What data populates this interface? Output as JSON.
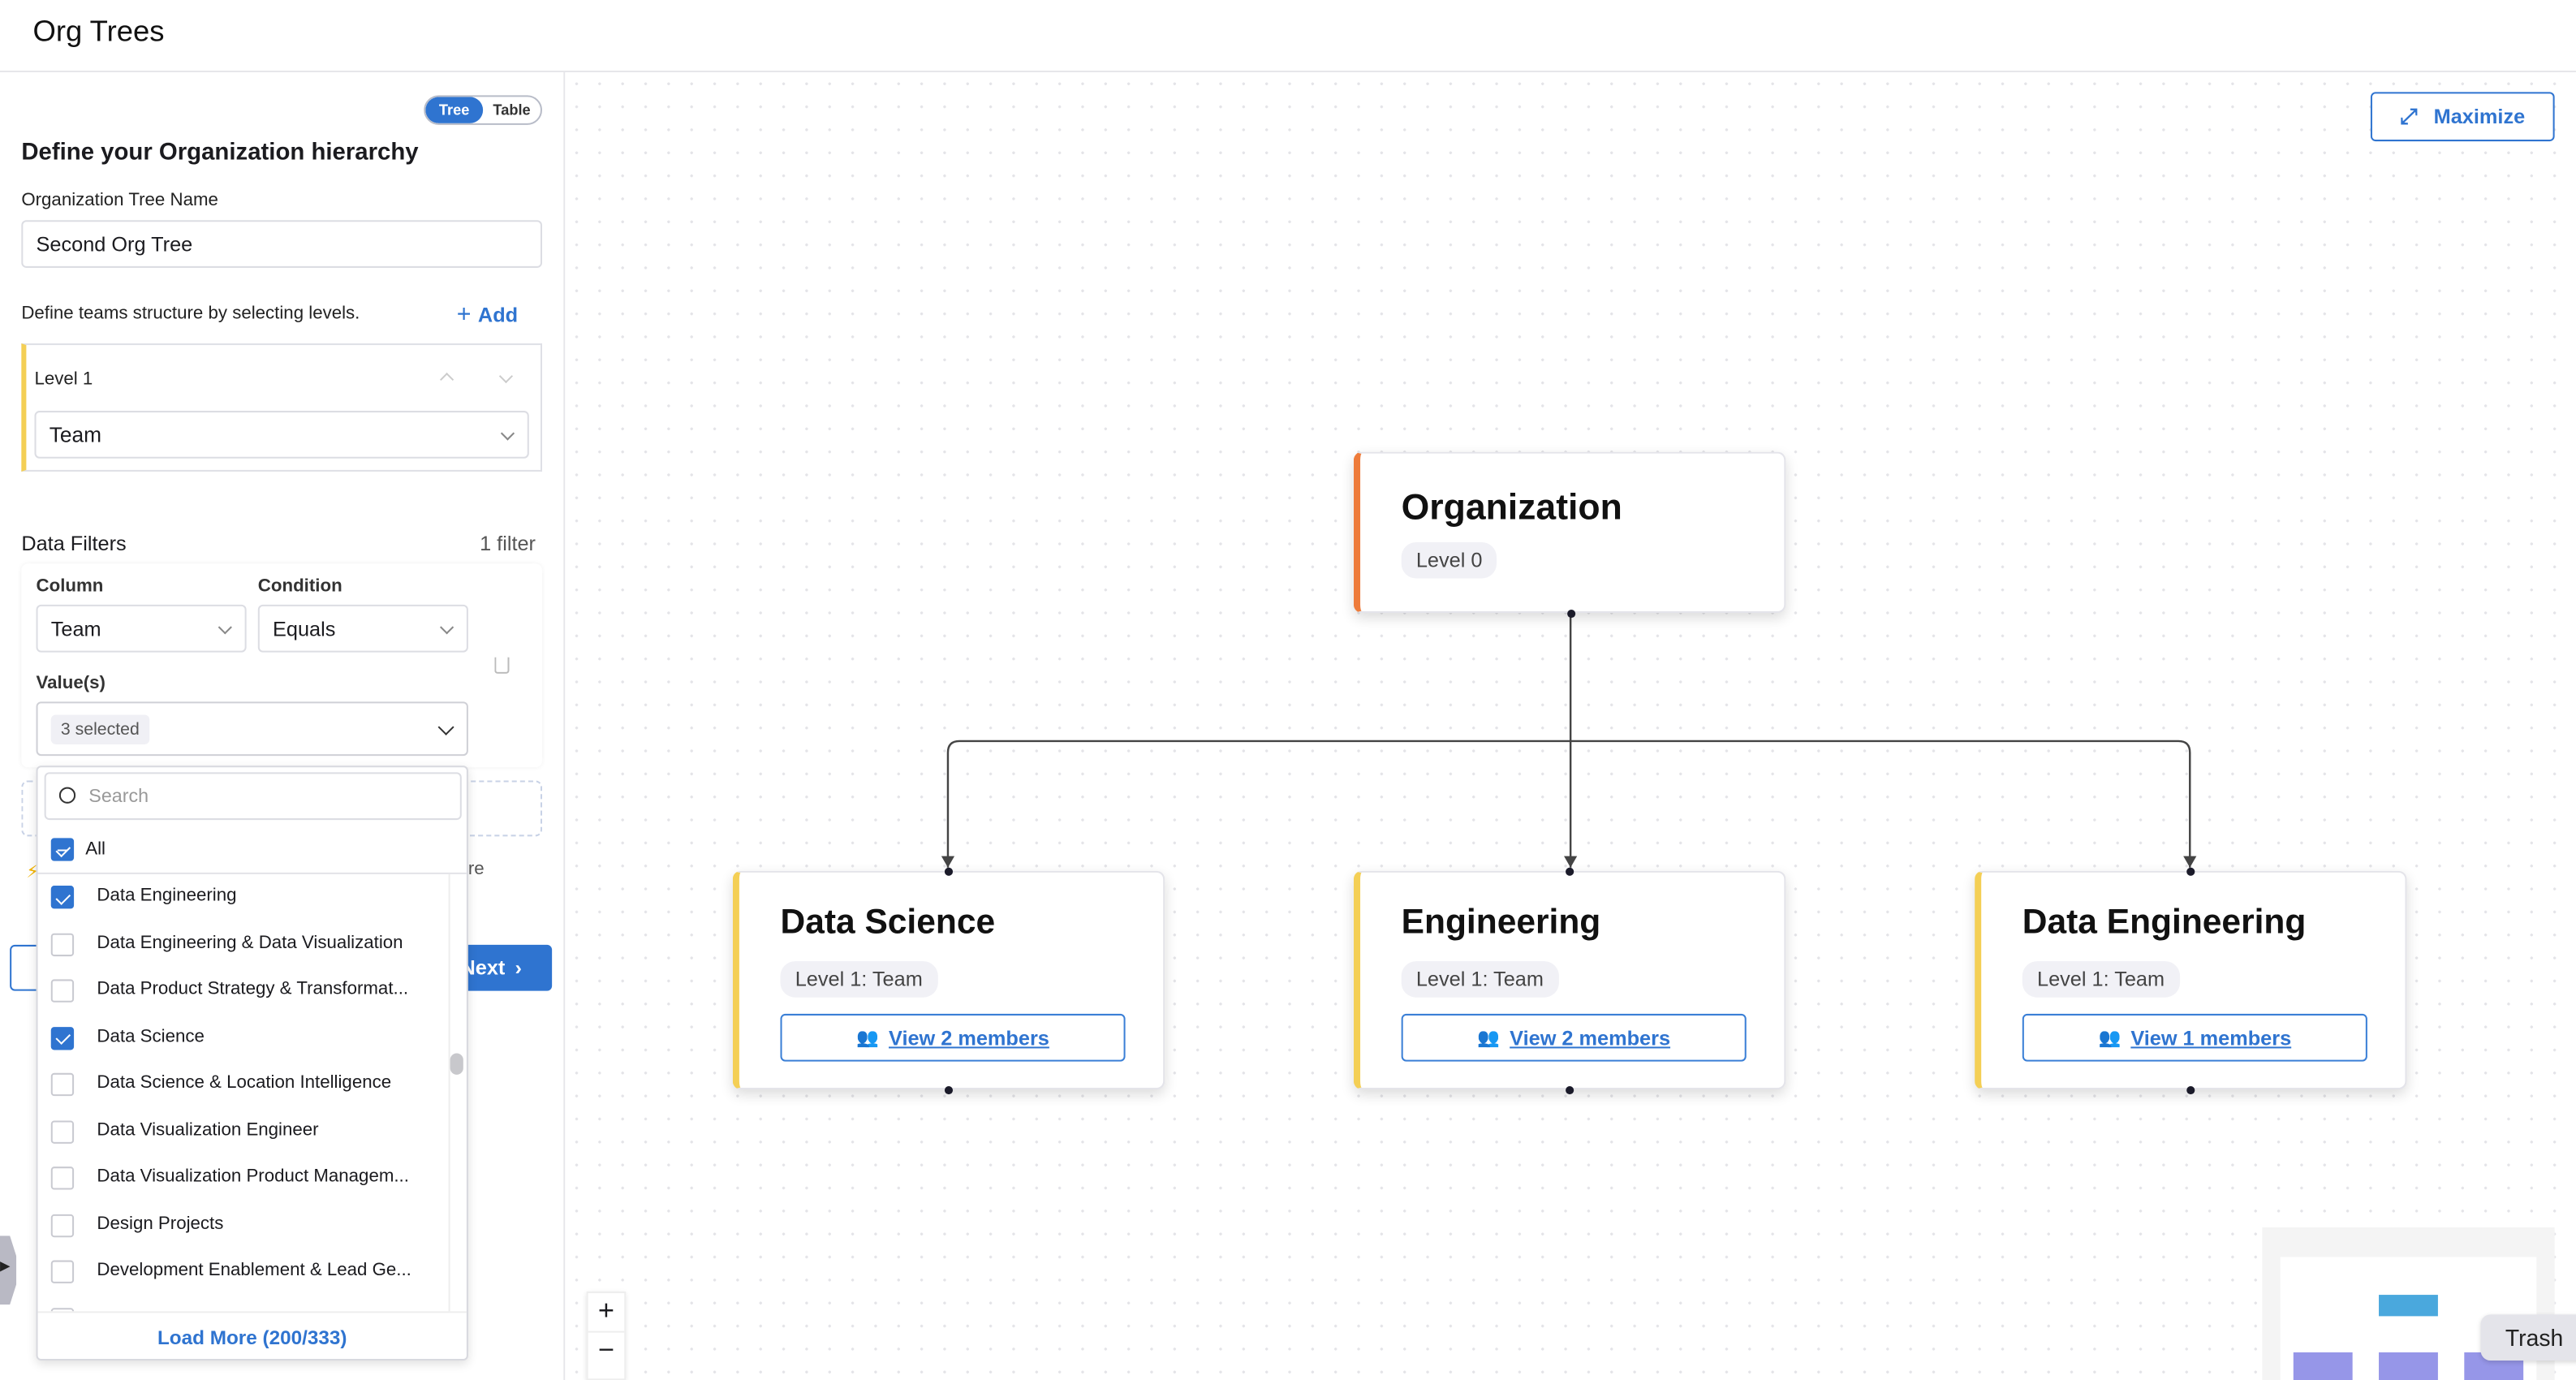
{
  "header": {
    "title": "Org Trees"
  },
  "panel": {
    "view_toggle": {
      "options": [
        "Tree",
        "Table"
      ],
      "selected": "Tree"
    },
    "heading": "Define your Organization hierarchy",
    "tree_name_label": "Organization Tree Name",
    "tree_name_value": "Second Org Tree",
    "levels_hint": "Define teams structure by selecting levels.",
    "add_label": "Add",
    "levels": [
      {
        "label": "Level 1",
        "value": "Team"
      }
    ],
    "filters": {
      "title": "Data Filters",
      "count": "1 filter",
      "column_label": "Column",
      "column_value": "Team",
      "condition_label": "Condition",
      "condition_value": "Equals",
      "values_label": "Value(s)",
      "values_chip": "3 selected"
    },
    "partial_text": "re",
    "next_label": "Next"
  },
  "dropdown": {
    "search_placeholder": "Search",
    "all_label": "All",
    "items": [
      {
        "label": "Data Engineering",
        "checked": true
      },
      {
        "label": "Data Engineering & Data Visualization",
        "checked": false
      },
      {
        "label": "Data Product Strategy & Transformat...",
        "checked": false
      },
      {
        "label": "Data Science",
        "checked": true
      },
      {
        "label": "Data Science & Location Intelligence",
        "checked": false
      },
      {
        "label": "Data Visualization Engineer",
        "checked": false
      },
      {
        "label": "Data Visualization Product Managem...",
        "checked": false
      },
      {
        "label": "Design Projects",
        "checked": false
      },
      {
        "label": "Development Enablement & Lead Ge...",
        "checked": false
      }
    ],
    "load_more": "Load More (200/333)"
  },
  "canvas": {
    "maximize_label": "Maximize",
    "root": {
      "title": "Organization",
      "badge": "Level 0",
      "accent": "#ee7b3a"
    },
    "children": [
      {
        "title": "Data Science",
        "badge": "Level 1: Team",
        "members": "View 2 members"
      },
      {
        "title": "Engineering",
        "badge": "Level 1: Team",
        "members": "View 2 members"
      },
      {
        "title": "Data Engineering",
        "badge": "Level 1: Team",
        "members": "View 1 members"
      }
    ],
    "child_accent": "#f4cf55",
    "zoom_in": "+",
    "zoom_out": "−",
    "tooltip": "Trash"
  },
  "colors": {
    "primary": "#2f74d0",
    "minimap_root": "#4aa8dd",
    "minimap_child": "#9696e8"
  }
}
